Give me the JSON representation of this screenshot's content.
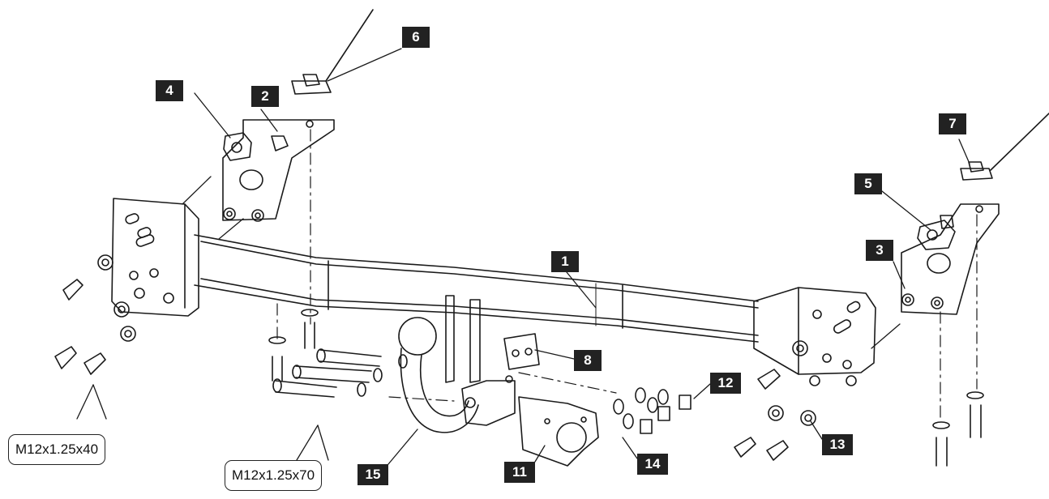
{
  "labels": {
    "p1": "1",
    "p2": "2",
    "p3": "3",
    "p4": "4",
    "p5": "5",
    "p6": "6",
    "p7": "7",
    "p8": "8",
    "p11": "11",
    "p12": "12",
    "p13": "13",
    "p14": "14",
    "p15": "15"
  },
  "callouts": {
    "bolt_short": "M12x1.25x40",
    "bolt_long": "M12x1.25x70"
  },
  "colors": {
    "label_bg": "#222222",
    "line": "#1a1a1a"
  }
}
